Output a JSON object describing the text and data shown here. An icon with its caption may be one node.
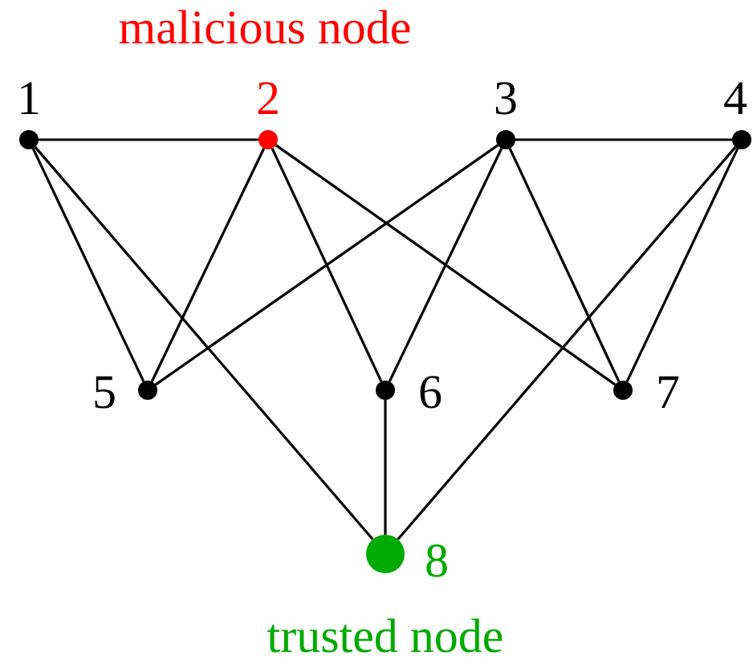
{
  "diagram": {
    "nodes": [
      {
        "text": [],
        "shape": "circle",
        "beside": [
          "1"
        ]
      },
      {
        "text": [],
        "shape": "circle",
        "beside": [
          "malicious node",
          "2"
        ]
      },
      {
        "text": [],
        "shape": "circle",
        "beside": [
          "3"
        ]
      },
      {
        "text": [],
        "shape": "circle",
        "beside": [
          "4"
        ]
      },
      {
        "text": [],
        "shape": "circle",
        "beside": [
          "5"
        ]
      },
      {
        "text": [],
        "shape": "circle",
        "beside": [
          "6"
        ]
      },
      {
        "text": [],
        "shape": "circle",
        "beside": [
          "7"
        ]
      },
      {
        "text": [],
        "shape": "circle",
        "beside": [
          "8",
          "trusted node"
        ]
      }
    ],
    "edges": [
      {
        "from": 0,
        "to": 1,
        "arrow": "none"
      },
      {
        "from": 0,
        "to": 4,
        "arrow": "none"
      },
      {
        "from": 0,
        "to": 7,
        "arrow": "none"
      },
      {
        "from": 1,
        "to": 4,
        "arrow": "none"
      },
      {
        "from": 1,
        "to": 5,
        "arrow": "none"
      },
      {
        "from": 1,
        "to": 6,
        "arrow": "none"
      },
      {
        "from": 2,
        "to": 3,
        "arrow": "none"
      },
      {
        "from": 2,
        "to": 4,
        "arrow": "none"
      },
      {
        "from": 2,
        "to": 5,
        "arrow": "none"
      },
      {
        "from": 2,
        "to": 6,
        "arrow": "none"
      },
      {
        "from": 3,
        "to": 6,
        "arrow": "none"
      },
      {
        "from": 3,
        "to": 7,
        "arrow": "none"
      },
      {
        "from": 5,
        "to": 7,
        "arrow": "none"
      }
    ]
  }
}
